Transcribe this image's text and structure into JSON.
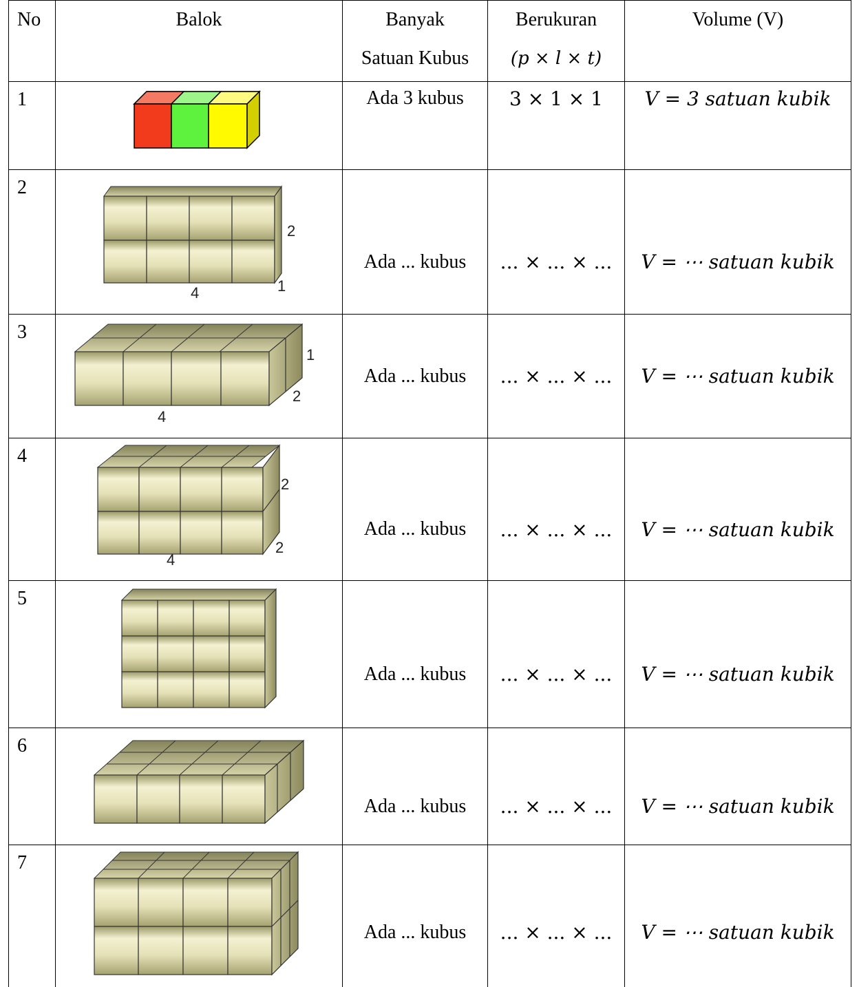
{
  "headers": {
    "no": "No",
    "balok": "Balok",
    "banyak_line1": "Banyak",
    "banyak_line2": "Satuan Kubus",
    "berukuran_line1": "Berukuran",
    "berukuran_line2": "(p × l × t)",
    "volume": "Volume (V)"
  },
  "rows": [
    {
      "no": "1",
      "count": "Ada 3 kubus",
      "size": "3 × 1 × 1",
      "volume": "V = 3 satuan kubik",
      "dims": {
        "p": "",
        "l": "",
        "t": ""
      }
    },
    {
      "no": "2",
      "count": "Ada ... kubus",
      "size": "... × ... × ...",
      "volume": "V = ⋯ satuan kubik",
      "dims": {
        "p": "4",
        "l": "1",
        "t": "2"
      }
    },
    {
      "no": "3",
      "count": "Ada ... kubus",
      "size": "... × ... × ...",
      "volume": "V = ⋯ satuan kubik",
      "dims": {
        "p": "4",
        "l": "2",
        "t": "1"
      }
    },
    {
      "no": "4",
      "count": "Ada ... kubus",
      "size": "... × ... × ...",
      "volume": "V = ⋯ satuan kubik",
      "dims": {
        "p": "4",
        "l": "2",
        "t": "2"
      }
    },
    {
      "no": "5",
      "count": "Ada ... kubus",
      "size": "... × ... × ...",
      "volume": "V = ⋯ satuan kubik",
      "dims": {
        "p": "",
        "l": "",
        "t": ""
      }
    },
    {
      "no": "6",
      "count": "Ada ... kubus",
      "size": "... × ... × ...",
      "volume": "V = ⋯ satuan kubik",
      "dims": {
        "p": "",
        "l": "",
        "t": ""
      }
    },
    {
      "no": "7",
      "count": "Ada ... kubus",
      "size": "... × ... × ...",
      "volume": "V = ⋯ satuan kubik",
      "dims": {
        "p": "",
        "l": "",
        "t": ""
      }
    }
  ],
  "colors": {
    "cube_red": "#f23b1c",
    "cube_green": "#5ef23e",
    "cube_yellow": "#fffa00",
    "block_light": "#ece9c4",
    "block_dark": "#8c8a5c"
  }
}
